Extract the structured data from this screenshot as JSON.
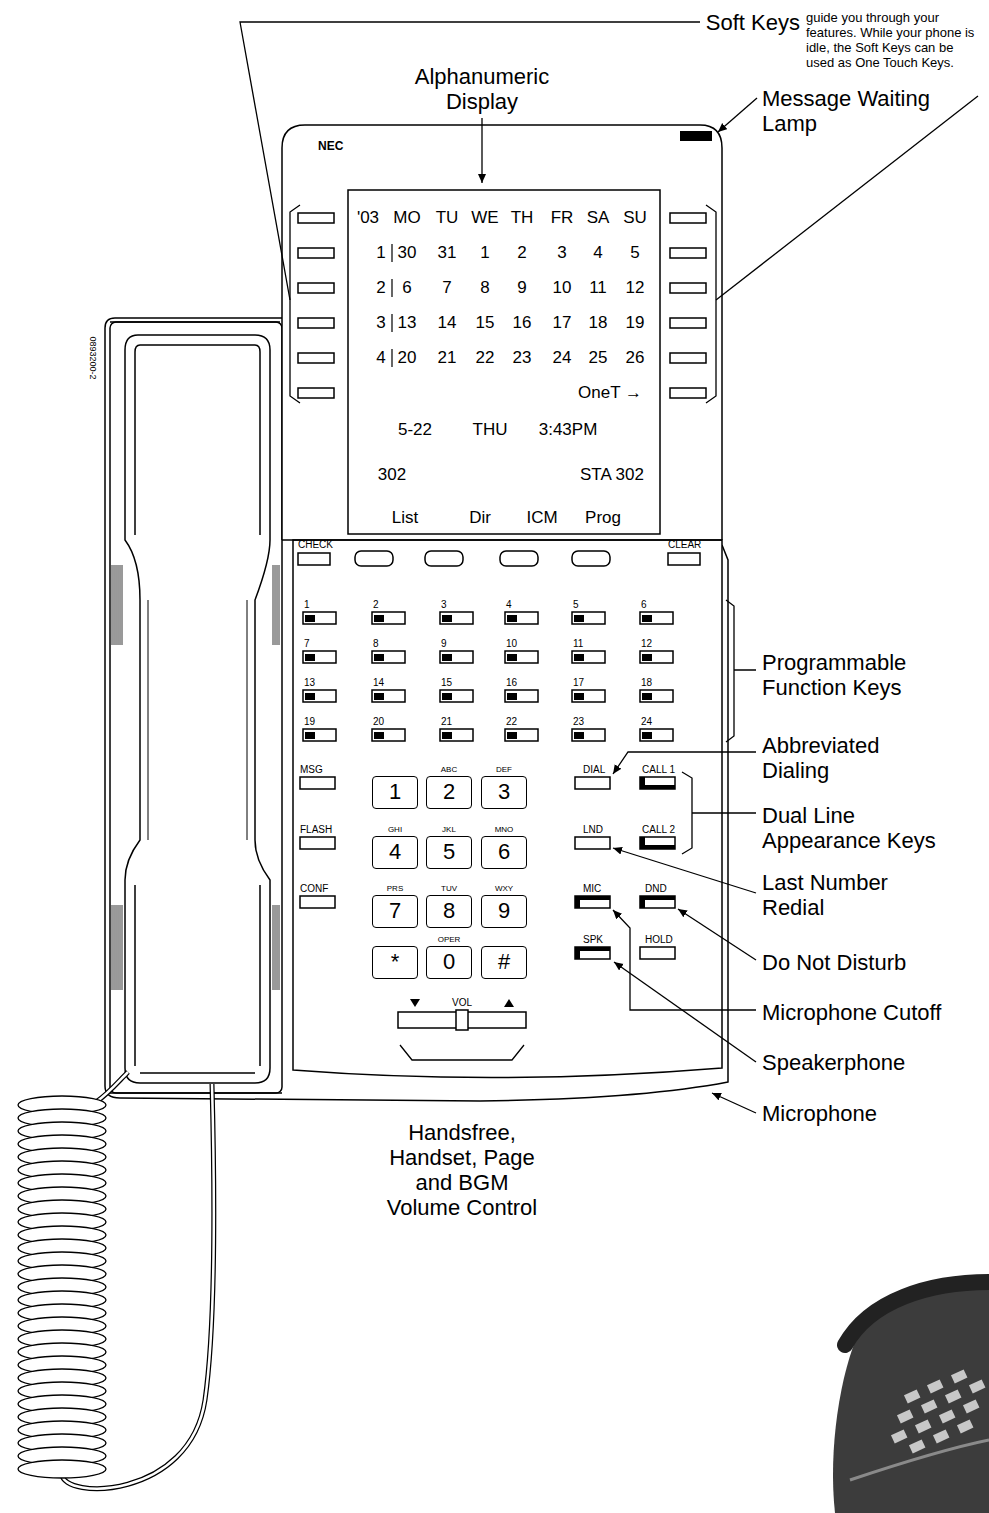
{
  "diagram": {
    "nodes": [
      {
        "text": [
          "1"
        ]
      },
      {
        "text": [
          "ABC",
          "2"
        ]
      },
      {
        "text": [
          "DEF",
          "3"
        ]
      },
      {
        "text": [
          "GHI",
          "4"
        ]
      },
      {
        "text": [
          "JKL",
          "5"
        ]
      },
      {
        "text": [
          "MNO",
          "6"
        ]
      },
      {
        "text": [
          "PRS",
          "7"
        ]
      },
      {
        "text": [
          "TUV",
          "8"
        ]
      },
      {
        "text": [
          "WXY",
          "9"
        ]
      },
      {
        "text": [
          "*"
        ]
      },
      {
        "text": [
          "OPER",
          "0"
        ]
      },
      {
        "text": [
          "#"
        ]
      }
    ],
    "labels": [
      "Soft Keys",
      "guide you through your features. While your phone is idle, the Soft Keys can be used as One Touch Keys.",
      "Alphanumeric Display",
      "Message Waiting Lamp",
      "NEC",
      "0893200-2",
      "'03",
      "MO",
      "TU",
      "WE",
      "TH",
      "FR",
      "SA",
      "SU",
      "1",
      "30",
      "31",
      "1",
      "2",
      "3",
      "4",
      "5",
      "2",
      "6",
      "7",
      "8",
      "9",
      "10",
      "11",
      "12",
      "3",
      "13",
      "14",
      "15",
      "16",
      "17",
      "18",
      "19",
      "4",
      "20",
      "21",
      "22",
      "23",
      "24",
      "25",
      "26",
      "OneT →",
      "5-22",
      "THU",
      "3:43PM",
      "302",
      "STA 302",
      "List",
      "Dir",
      "ICM",
      "Prog",
      "CHECK",
      "CLEAR",
      "1",
      "2",
      "3",
      "4",
      "5",
      "6",
      "7",
      "8",
      "9",
      "10",
      "11",
      "12",
      "13",
      "14",
      "15",
      "16",
      "17",
      "18",
      "19",
      "20",
      "21",
      "22",
      "23",
      "24",
      "MSG",
      "FLASH",
      "CONF",
      "DIAL",
      "CALL 1",
      "LND",
      "CALL 2",
      "MIC",
      "DND",
      "SPK",
      "HOLD",
      "VOL",
      "Programmable Function Keys",
      "Abbreviated Dialing",
      "Dual Line Appearance Keys",
      "Last Number Redial",
      "Do Not Disturb",
      "Microphone Cutoff",
      "Speakerphone",
      "Microphone",
      "Handsfree, Handset, Page and BGM Volume Control"
    ]
  }
}
